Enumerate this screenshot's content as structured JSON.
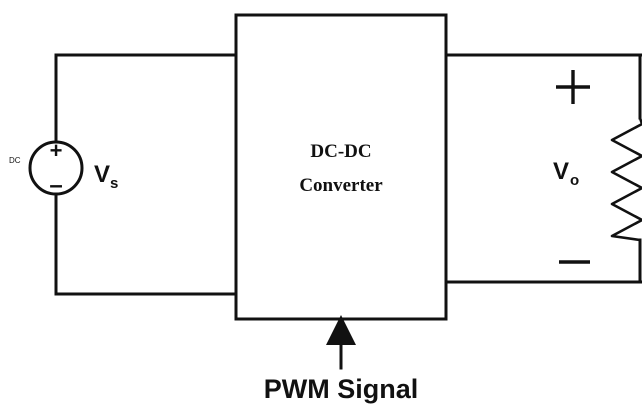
{
  "source": {
    "type_label": "DC",
    "voltage_symbol": "V",
    "voltage_subscript": "s",
    "plus_sign": "+",
    "minus_sign": "–"
  },
  "converter": {
    "line1": "DC-DC",
    "line2": "Converter"
  },
  "output": {
    "voltage_symbol": "V",
    "voltage_subscript": "o",
    "plus_sign": "+",
    "minus_sign": "−"
  },
  "control": {
    "label": "PWM Signal"
  }
}
